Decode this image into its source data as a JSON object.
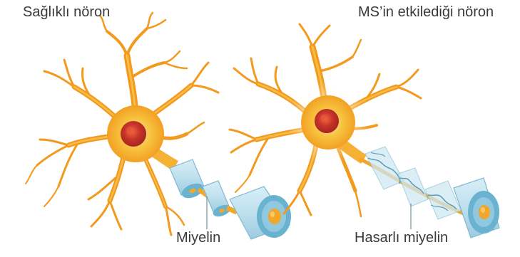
{
  "labels": {
    "healthy_title": "Sağlıklı nöron",
    "ms_title": "MS’in etkilediği nöron",
    "myelin": "Miyelin",
    "damaged_myelin": "Hasarlı miyelin"
  },
  "colors": {
    "dendrite_outer": "#f39a1e",
    "dendrite_inner": "#f6b93b",
    "soma": "#f5b82e",
    "soma_glow": "#fde2a6",
    "nucleus": "#c7332a",
    "nucleus_highlight": "#e8593a",
    "myelin": "#bfe0ee",
    "myelin_edge": "#7fb9d1",
    "myelin_cap": "#69b3d1",
    "axon": "#f2a62a",
    "text": "#3a3a3a",
    "pointer_line": "#6f8f99"
  },
  "icons": [
    "healthy-neuron-illustration",
    "ms-neuron-illustration"
  ]
}
